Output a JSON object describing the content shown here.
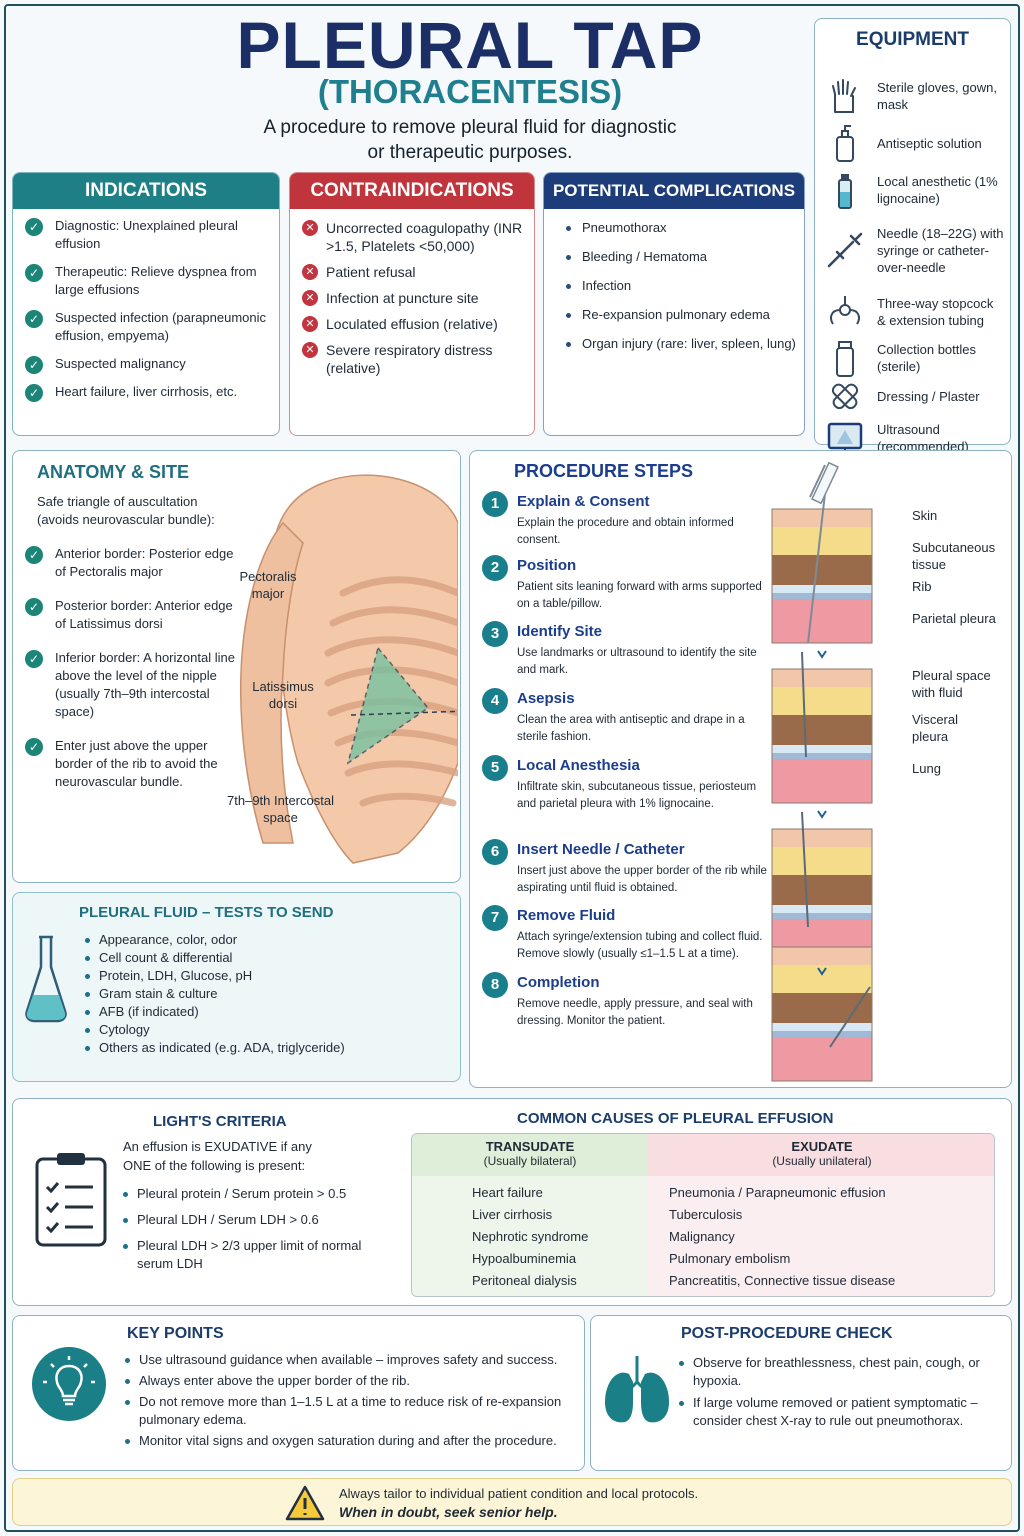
{
  "header": {
    "title": "PLEURAL TAP",
    "subtitle": "(THORACENTESIS)",
    "desc_line1": "A procedure to remove pleural fluid for diagnostic",
    "desc_line2": "or therapeutic purposes."
  },
  "indications": {
    "title": "INDICATIONS",
    "items": [
      "Diagnostic: Unexplained pleural effusion",
      "Therapeutic: Relieve dyspnea from large effusions",
      "Suspected infection (parapneumonic effusion, empyema)",
      "Suspected malignancy",
      "Heart failure, liver cirrhosis, etc."
    ]
  },
  "contraindications": {
    "title": "CONTRAINDICATIONS",
    "items": [
      "Uncorrected coagulopathy (INR >1.5, Platelets <50,000)",
      "Patient refusal",
      "Infection at puncture site",
      "Loculated effusion (relative)",
      "Severe respiratory distress (relative)"
    ]
  },
  "complications": {
    "title": "POTENTIAL COMPLICATIONS",
    "items": [
      "Pneumothorax",
      "Bleeding / Hematoma",
      "Infection",
      "Re-expansion pulmonary edema",
      "Organ injury (rare: liver, spleen, lung)"
    ]
  },
  "equipment": {
    "title": "EQUIPMENT",
    "items": [
      {
        "label": "Sterile gloves, gown, mask",
        "icon": "gloves-icon"
      },
      {
        "label": "Antiseptic solution",
        "icon": "bottle-icon"
      },
      {
        "label": "Local anesthetic (1% lignocaine)",
        "icon": "vial-icon"
      },
      {
        "label": "Needle (18–22G) with syringe or catheter-over-needle",
        "icon": "syringe-icon"
      },
      {
        "label": "Three-way stopcock & extension tubing",
        "icon": "stopcock-icon"
      },
      {
        "label": "Collection bottles (sterile)",
        "icon": "collection-bottle-icon"
      },
      {
        "label": "Dressing / Plaster",
        "icon": "bandage-icon"
      },
      {
        "label": "Ultrasound (recommended)",
        "icon": "ultrasound-icon"
      }
    ]
  },
  "anatomy": {
    "title": "ANATOMY & SITE",
    "intro": "Safe triangle of auscultation (avoids neurovascular bundle):",
    "items": [
      "Anterior border: Posterior edge of Pectoralis major",
      "Posterior border: Anterior edge of Latissimus dorsi",
      "Inferior border: A horizontal line above the level of the nipple (usually 7th–9th intercostal space)",
      "Enter just above the upper border of the rib to avoid the neurovascular bundle."
    ],
    "labels": {
      "pectoralis": "Pectoralis major",
      "latissimus": "Latissimus dorsi",
      "intercostal": "7th–9th Intercostal space"
    }
  },
  "steps": {
    "title": "PROCEDURE STEPS",
    "items": [
      {
        "num": "1",
        "title": "Explain & Consent",
        "desc": "Explain the procedure and obtain informed consent."
      },
      {
        "num": "2",
        "title": "Position",
        "desc": "Patient sits leaning forward with arms supported on a table/pillow."
      },
      {
        "num": "3",
        "title": "Identify Site",
        "desc": "Use landmarks or ultrasound to identify the site and mark."
      },
      {
        "num": "4",
        "title": "Asepsis",
        "desc": "Clean the area with antiseptic and drape in a sterile fashion."
      },
      {
        "num": "5",
        "title": "Local Anesthesia",
        "desc": "Infiltrate skin, subcutaneous tissue, periosteum and parietal pleura with 1% lignocaine."
      },
      {
        "num": "6",
        "title": "Insert Needle / Catheter",
        "desc": "Insert just above the upper border of the rib while aspirating until fluid is obtained."
      },
      {
        "num": "7",
        "title": "Remove Fluid",
        "desc": "Attach syringe/extension tubing and collect fluid. Remove slowly (usually ≤1–1.5 L at a time)."
      },
      {
        "num": "8",
        "title": "Completion",
        "desc": "Remove needle, apply pressure, and seal with dressing. Monitor the patient."
      }
    ],
    "layer_labels": {
      "skin": "Skin",
      "subcut": "Subcutaneous tissue",
      "rib": "Rib",
      "parietal": "Parietal pleura",
      "pleural_space": "Pleural space with fluid",
      "visceral": "Visceral pleura",
      "lung": "Lung"
    }
  },
  "tests": {
    "title": "PLEURAL FLUID – TESTS TO SEND",
    "items": [
      "Appearance, color, odor",
      "Cell count & differential",
      "Protein, LDH, Glucose, pH",
      "Gram stain & culture",
      "AFB (if indicated)",
      "Cytology",
      "Others as indicated (e.g. ADA, triglyceride)"
    ]
  },
  "lights": {
    "title": "LIGHT'S CRITERIA",
    "intro": "An effusion is EXUDATIVE if any ONE of the following is present:",
    "items": [
      "Pleural protein / Serum protein > 0.5",
      "Pleural LDH / Serum LDH > 0.6",
      "Pleural LDH > 2/3 upper limit of normal serum LDH"
    ]
  },
  "causes": {
    "title": "COMMON CAUSES OF PLEURAL EFFUSION",
    "transudate": {
      "title": "TRANSUDATE",
      "sub": "(Usually bilateral)",
      "items": [
        "Heart failure",
        "Liver cirrhosis",
        "Nephrotic syndrome",
        "Hypoalbuminemia",
        "Peritoneal dialysis"
      ]
    },
    "exudate": {
      "title": "EXUDATE",
      "sub": "(Usually unilateral)",
      "items": [
        "Pneumonia / Parapneumonic effusion",
        "Tuberculosis",
        "Malignancy",
        "Pulmonary embolism",
        "Pancreatitis, Connective tissue disease"
      ]
    }
  },
  "key_points": {
    "title": "KEY POINTS",
    "items": [
      "Use ultrasound guidance when available – improves safety and success.",
      "Always enter above the upper border of the rib.",
      "Do not remove more than 1–1.5 L at a time to reduce risk of re-expansion pulmonary edema.",
      "Monitor vital signs and oxygen saturation during and after the procedure."
    ]
  },
  "post": {
    "title": "POST-PROCEDURE CHECK",
    "items": [
      "Observe for breathlessness, chest pain, cough, or hypoxia.",
      "If large volume removed or patient symptomatic – consider chest X-ray to rule out pneumothorax."
    ]
  },
  "footer": {
    "line1": "Always tailor to individual patient condition and local protocols.",
    "line2": "When in doubt, seek senior help."
  },
  "colors": {
    "indications": "#1f7f86",
    "contraindications": "#c0343c",
    "complications": "#1d3c7a",
    "accent": "#1a7f8c"
  }
}
